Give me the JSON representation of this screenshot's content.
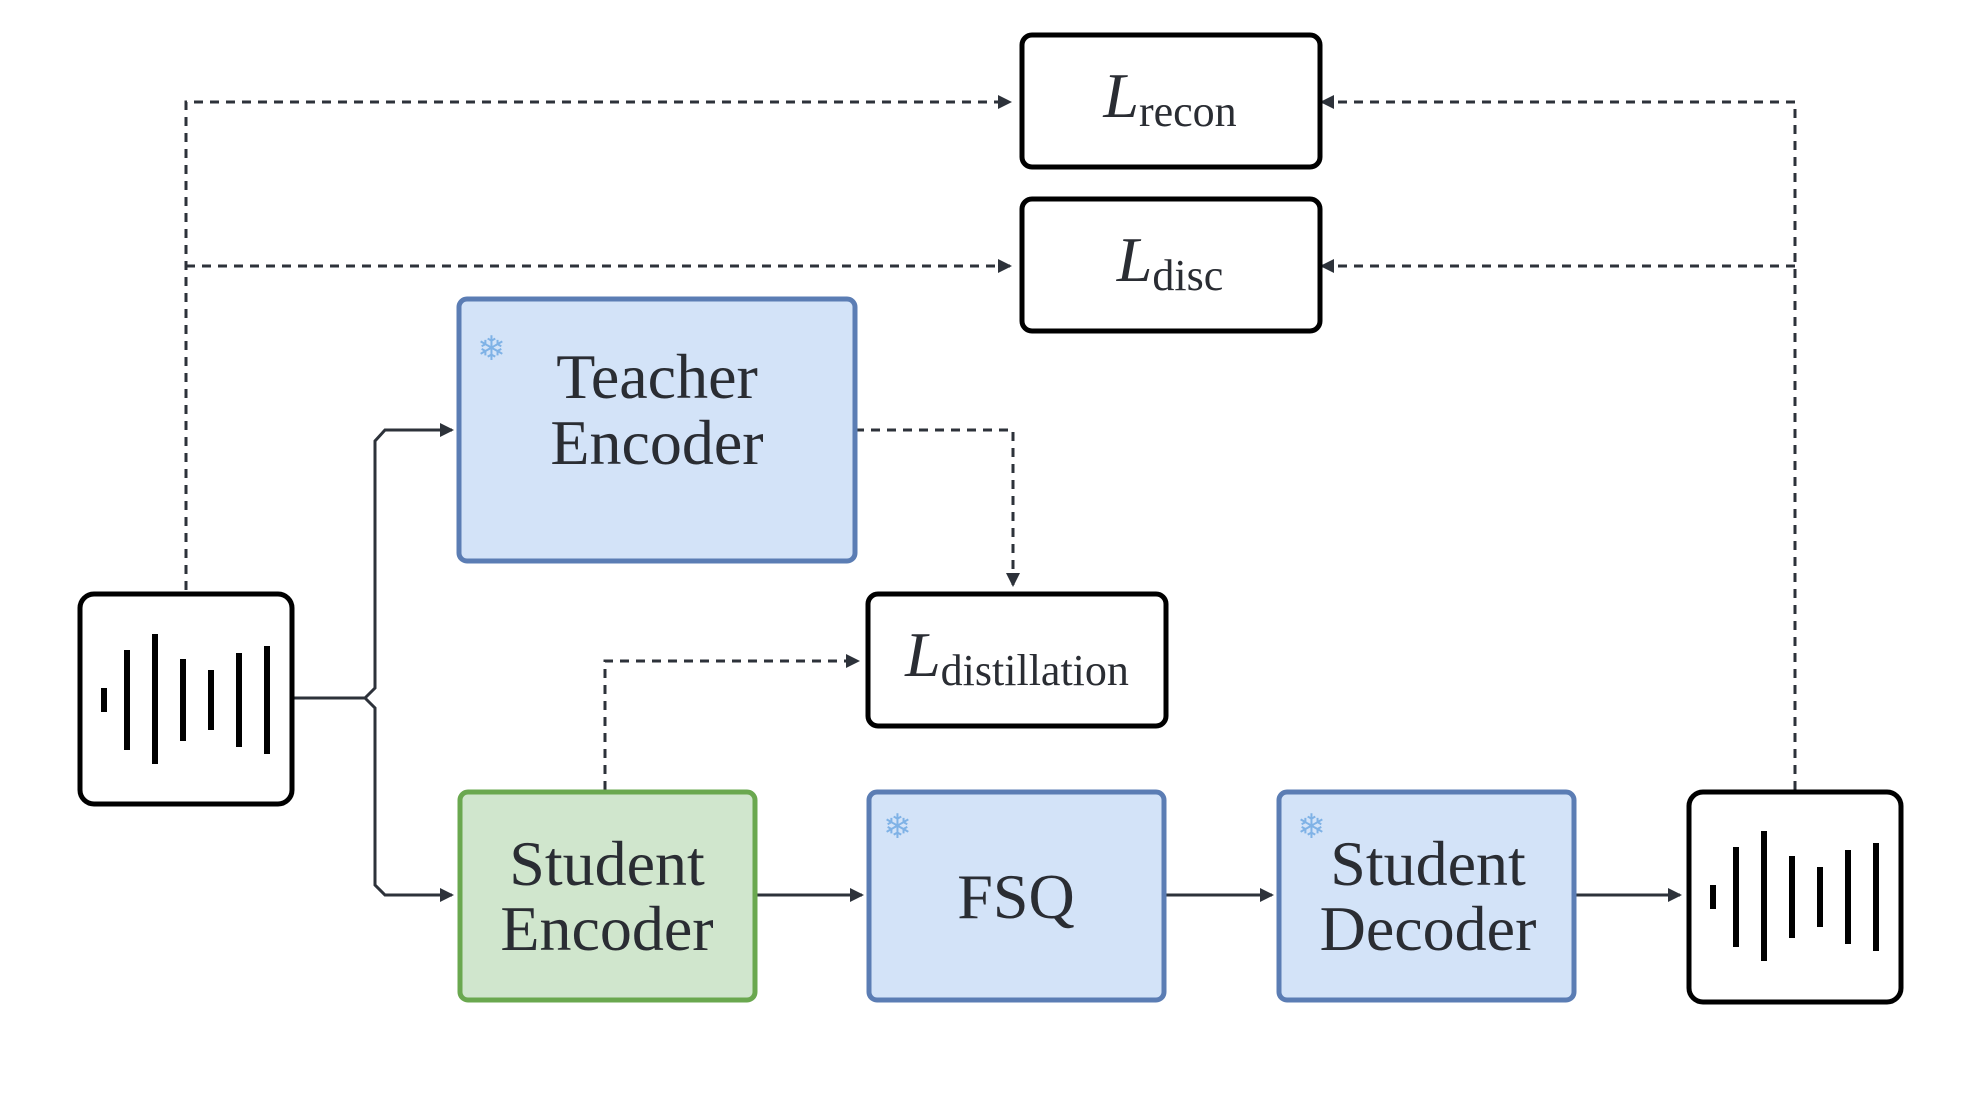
{
  "diagram": {
    "nodes": {
      "teacher_encoder": {
        "lines": [
          "Teacher",
          "Encoder"
        ],
        "frozen": true,
        "fill": "#d3e3f8",
        "stroke": "#5b7db4"
      },
      "student_encoder": {
        "lines": [
          "Student",
          "Encoder"
        ],
        "frozen": false,
        "fill": "#d0e6cd",
        "stroke": "#6aa84f"
      },
      "fsq": {
        "lines": [
          "FSQ"
        ],
        "frozen": true,
        "fill": "#d3e3f8",
        "stroke": "#5b7db4"
      },
      "student_decoder": {
        "lines": [
          "Student",
          "Decoder"
        ],
        "frozen": true,
        "fill": "#d3e3f8",
        "stroke": "#5b7db4"
      },
      "input_audio": {
        "icon": "waveform-icon"
      },
      "output_audio": {
        "icon": "waveform-icon"
      }
    },
    "losses": {
      "recon": {
        "symbol": "L",
        "subscript": "recon"
      },
      "disc": {
        "symbol": "L",
        "subscript": "disc"
      },
      "distillation": {
        "symbol": "L",
        "subscript": "distillation"
      }
    },
    "frozen_icon": "❄",
    "colors": {
      "line": "#2d323a",
      "frozen_icon": "#7fb2e6"
    }
  }
}
